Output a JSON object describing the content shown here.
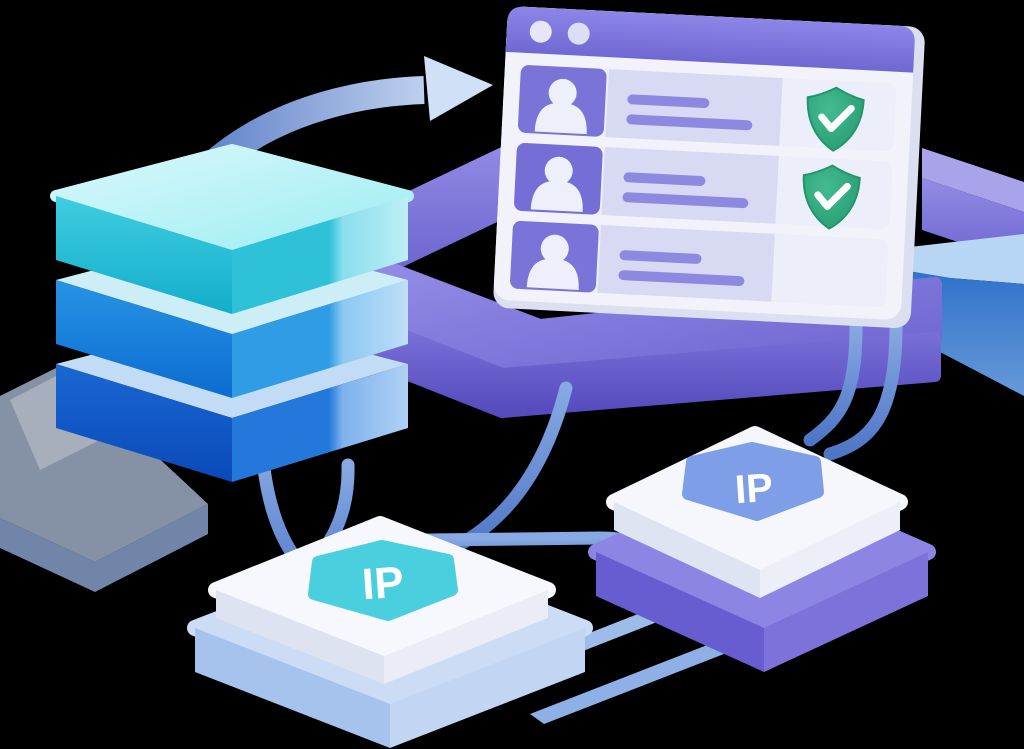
{
  "illustration": {
    "background_color": "#000000",
    "browser_window": {
      "titlebar_color": "#7b73da",
      "titlebar_dot_count": 2,
      "rows": [
        {
          "avatar_icon": "user-icon",
          "text_line_count": 2,
          "status_icon": "shield-check-icon",
          "verified": true
        },
        {
          "avatar_icon": "user-icon",
          "text_line_count": 2,
          "status_icon": "shield-check-icon",
          "verified": true
        },
        {
          "avatar_icon": "user-icon",
          "text_line_count": 2,
          "status_icon": "none",
          "verified": false
        }
      ],
      "shield_color": "#35a87e",
      "row_line_color": "#8d89e0"
    },
    "database_stack": {
      "layer_count": 3,
      "layer_colors": [
        "#9feef4",
        "#1f8ede",
        "#1159c6"
      ]
    },
    "ip_nodes": [
      {
        "label": "IP",
        "badge_shape": "hexagon",
        "badge_color": "#49cfdd",
        "base_color": "#aac6ee"
      },
      {
        "label": "IP",
        "badge_shape": "hexagon",
        "badge_color": "#7f9ee8",
        "base_color": "#7268d6"
      }
    ],
    "arrow_icon": "curved-arrow-right-icon",
    "connector_color": "#6e92d4",
    "platform_colors": {
      "purple_platform": "#8078dd",
      "glass_platform": "#b9cff0",
      "blue_glass_platform": "#3f80d8"
    }
  }
}
